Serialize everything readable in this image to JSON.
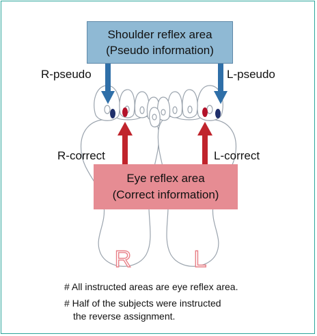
{
  "shoulder_box": {
    "line1": "Shoulder reflex area",
    "line2": "(Pseudo information)"
  },
  "eye_box": {
    "line1": "Eye reflex area",
    "line2": "(Correct information)"
  },
  "labels": {
    "r_pseudo": "R-pseudo",
    "l_pseudo": "L-pseudo",
    "r_correct": "R-correct",
    "l_correct": "L-correct"
  },
  "foot_letters": {
    "right": "R",
    "left": "L"
  },
  "notes": {
    "note1": "# All instructed areas are eye reflex area.",
    "note2_line1": "# Half of the subjects were instructed",
    "note2_line2": "the reverse assignment."
  },
  "colors": {
    "frame": "#2aa59a",
    "pseudo_box": "#8fb9d4",
    "pseudo_arrow": "#2f6fa8",
    "correct_box": "#e68c93",
    "correct_arrow": "#c0242c",
    "pseudo_dot": "#1f2f6b",
    "correct_dot": "#b3122a",
    "foot_outline": "#9aa3ad",
    "foot_letter": "#e88088"
  }
}
